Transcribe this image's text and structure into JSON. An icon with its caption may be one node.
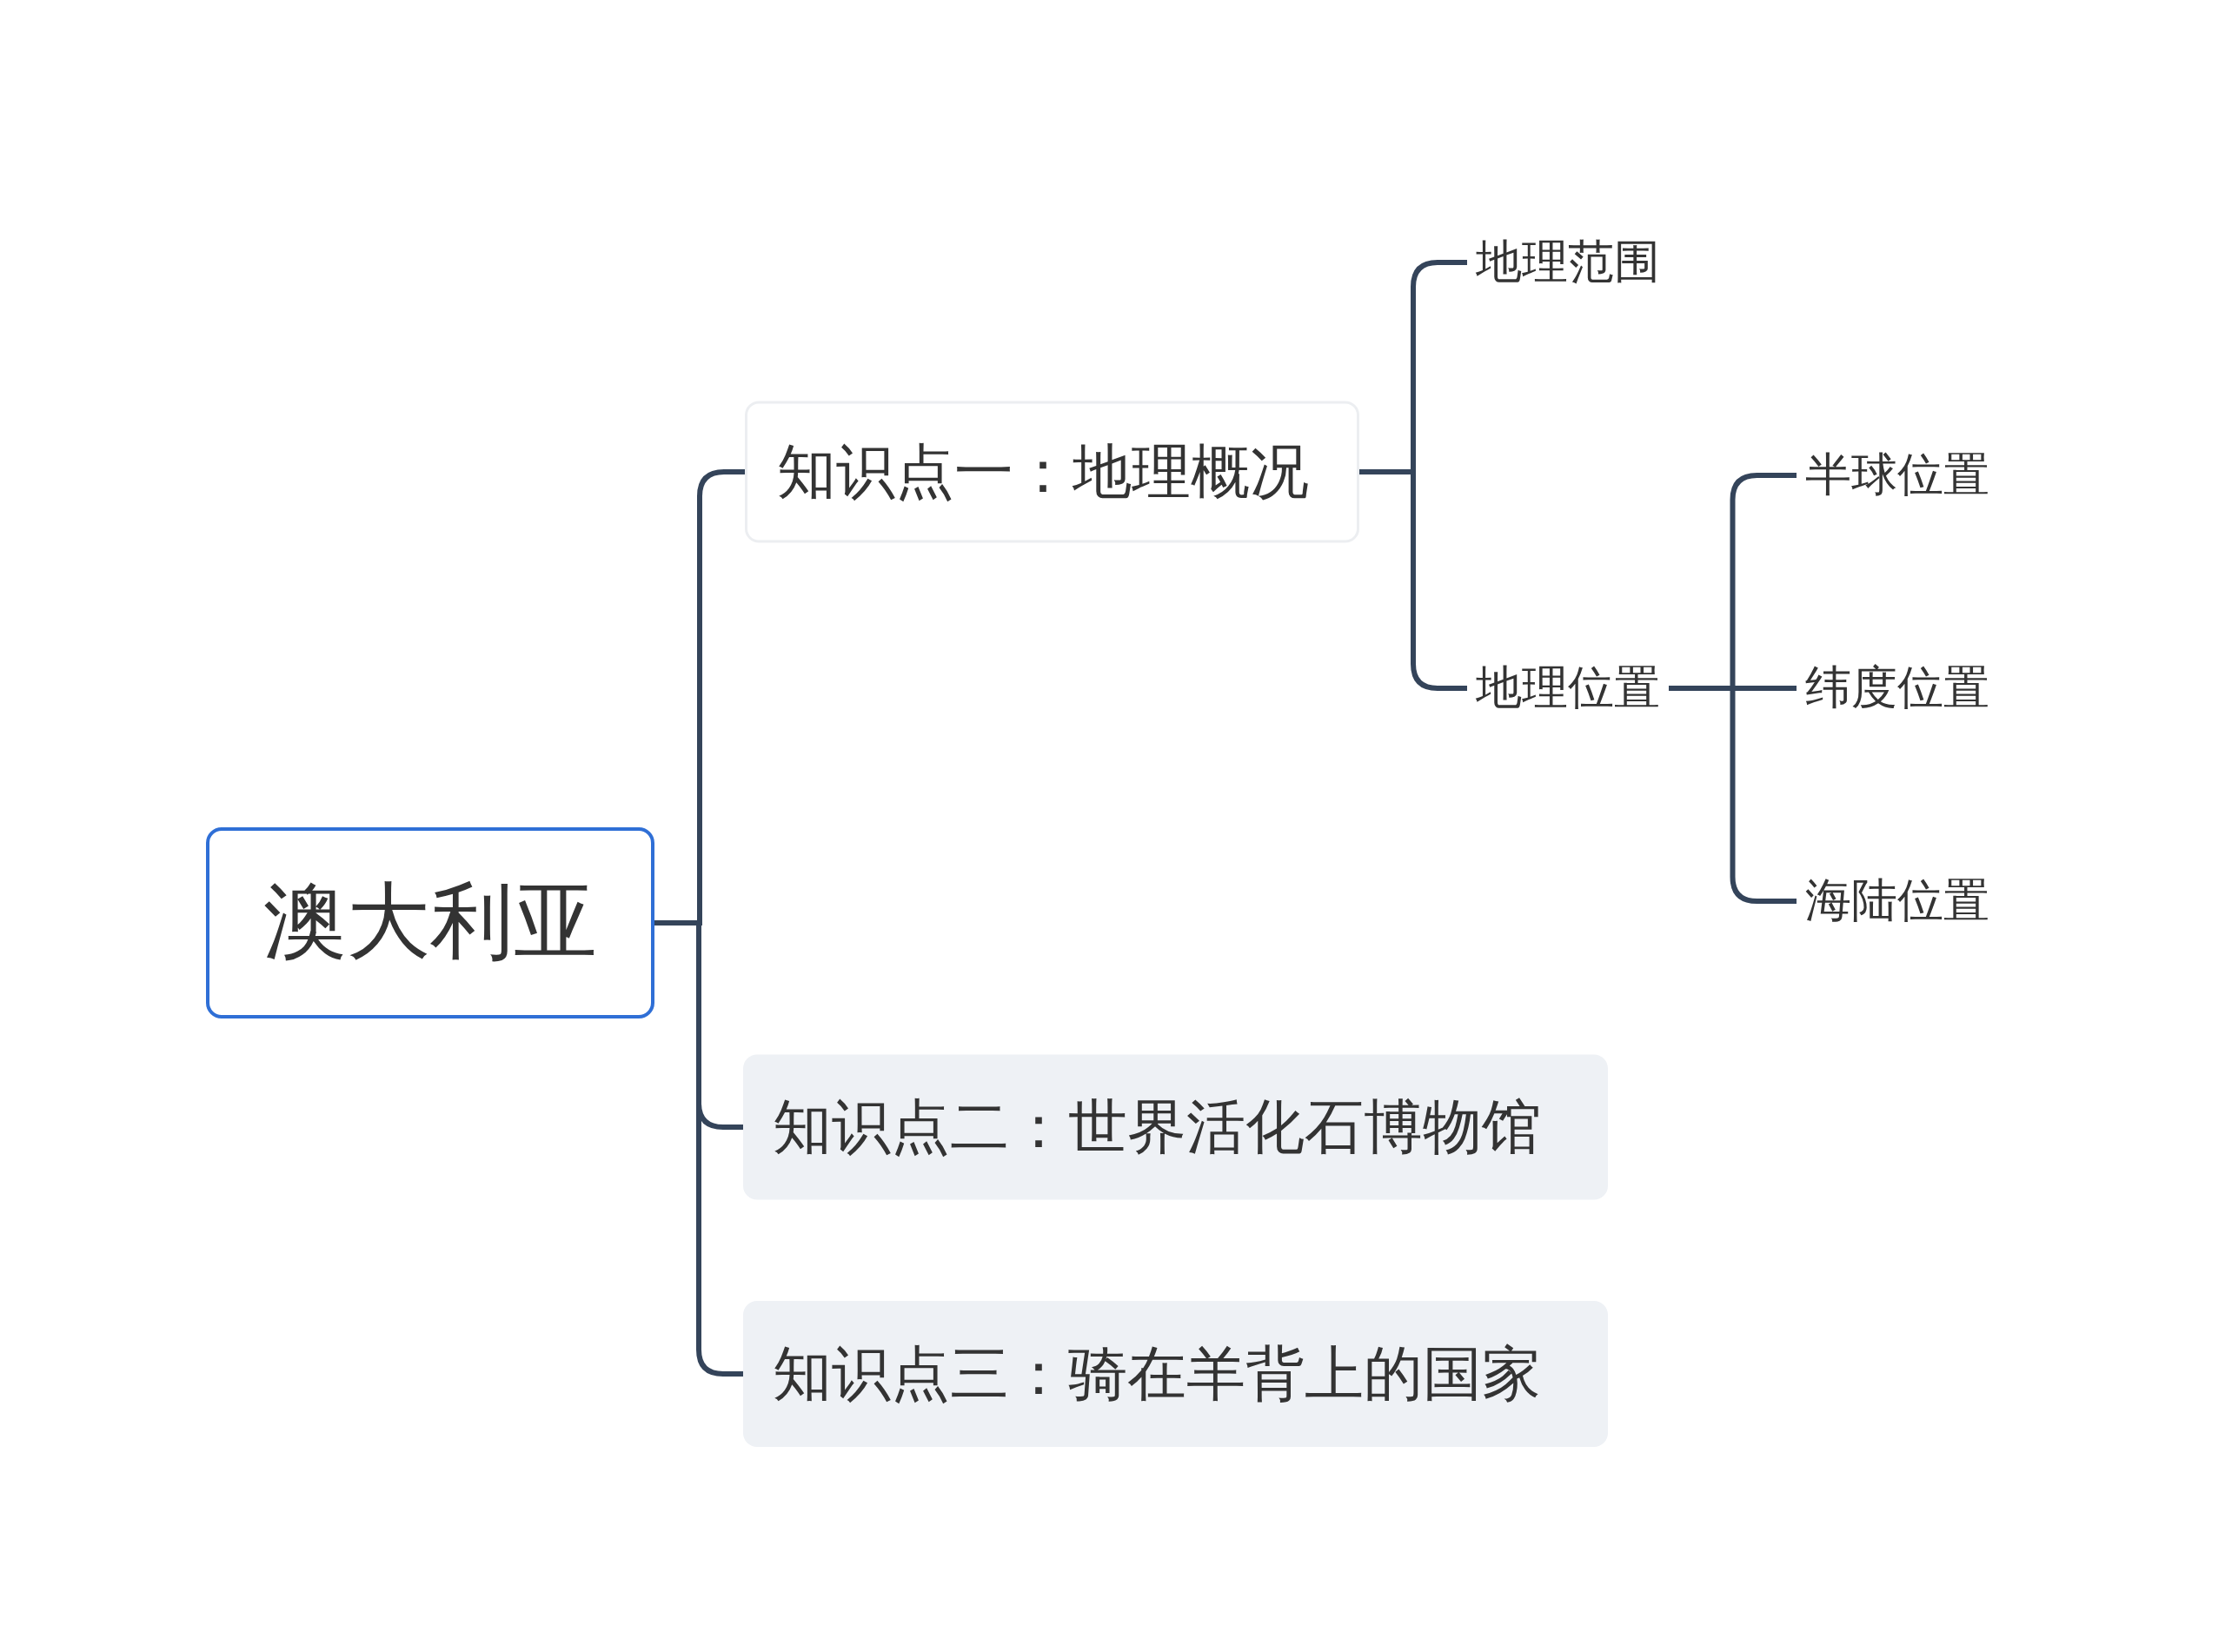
{
  "diagram": {
    "nodes": [
      {
        "text": [
          "澳大利亚"
        ]
      },
      {
        "text": [
          "知识点一：地理概况"
        ]
      },
      {
        "text": [
          "知识点二：世界活化石博物馆"
        ]
      },
      {
        "text": [
          "知识点三：骑在羊背上的国家"
        ]
      },
      {
        "text": [
          "地理范围"
        ]
      },
      {
        "text": [
          "地理位置"
        ]
      },
      {
        "text": [
          "半球位置"
        ]
      },
      {
        "text": [
          "纬度位置"
        ]
      },
      {
        "text": [
          "海陆位置"
        ]
      }
    ],
    "edges": [
      {
        "from": 0,
        "to": 1,
        "arrow": "none"
      },
      {
        "from": 0,
        "to": 2,
        "arrow": "none"
      },
      {
        "from": 0,
        "to": 3,
        "arrow": "none"
      },
      {
        "from": 1,
        "to": 4,
        "arrow": "none"
      },
      {
        "from": 1,
        "to": 5,
        "arrow": "none"
      },
      {
        "from": 5,
        "to": 6,
        "arrow": "none"
      },
      {
        "from": 5,
        "to": 7,
        "arrow": "none"
      },
      {
        "from": 5,
        "to": 8,
        "arrow": "none"
      }
    ]
  }
}
